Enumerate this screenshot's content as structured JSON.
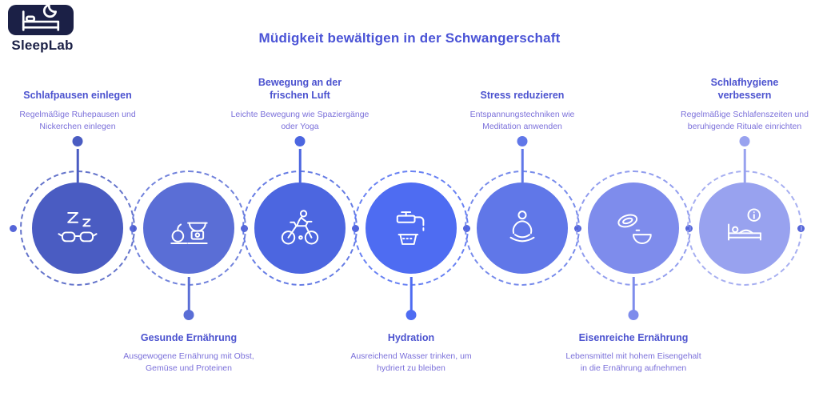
{
  "brand": {
    "name": "SleepLab"
  },
  "title": "Müdigkeit bewältigen in der Schwangerschaft",
  "colors": {
    "background": "#ffffff",
    "brand_navy": "#1b2046",
    "title_text": "#4a53d6",
    "heading_text": "#4b52cf",
    "description_text": "#7b70da",
    "timeline_dot": "#5565d8"
  },
  "steps": [
    {
      "id": 1,
      "position": "top",
      "title": "Schlafpausen einlegen",
      "description": "Regelmäßige Ruhepausen und Nickerchen einlegen",
      "color": "#4a5cc2",
      "icon": "sleep-icon"
    },
    {
      "id": 2,
      "position": "bottom",
      "title": "Gesunde Ernährung",
      "description": "Ausgewogene Ernährung mit Obst, Gemüse und Proteinen",
      "color": "#5a6ed6",
      "icon": "nutrition-scale-icon"
    },
    {
      "id": 3,
      "position": "top",
      "title": "Bewegung an der frischen Luft",
      "description": "Leichte Bewegung wie Spaziergänge oder Yoga",
      "color": "#4c66e0",
      "icon": "cycling-icon"
    },
    {
      "id": 4,
      "position": "bottom",
      "title": "Hydration",
      "description": "Ausreichend Wasser trinken, um hydriert zu bleiben",
      "color": "#4e6cf2",
      "icon": "faucet-icon"
    },
    {
      "id": 5,
      "position": "top",
      "title": "Stress reduzieren",
      "description": "Entspannungstechniken wie Meditation anwenden",
      "color": "#6077e8",
      "icon": "meditation-icon"
    },
    {
      "id": 6,
      "position": "bottom",
      "title": "Eisenreiche Ernährung",
      "description": "Lebensmittel mit hohem Eisengehalt in die Ernährung aufnehmen",
      "color": "#7e8cec",
      "icon": "iron-food-icon"
    },
    {
      "id": 7,
      "position": "top",
      "title": "Schlafhygiene verbessern",
      "description": "Regelmäßige Schlafenszeiten und beruhigende Rituale einrichten",
      "color": "#98a2ef",
      "icon": "bed-info-icon"
    }
  ]
}
